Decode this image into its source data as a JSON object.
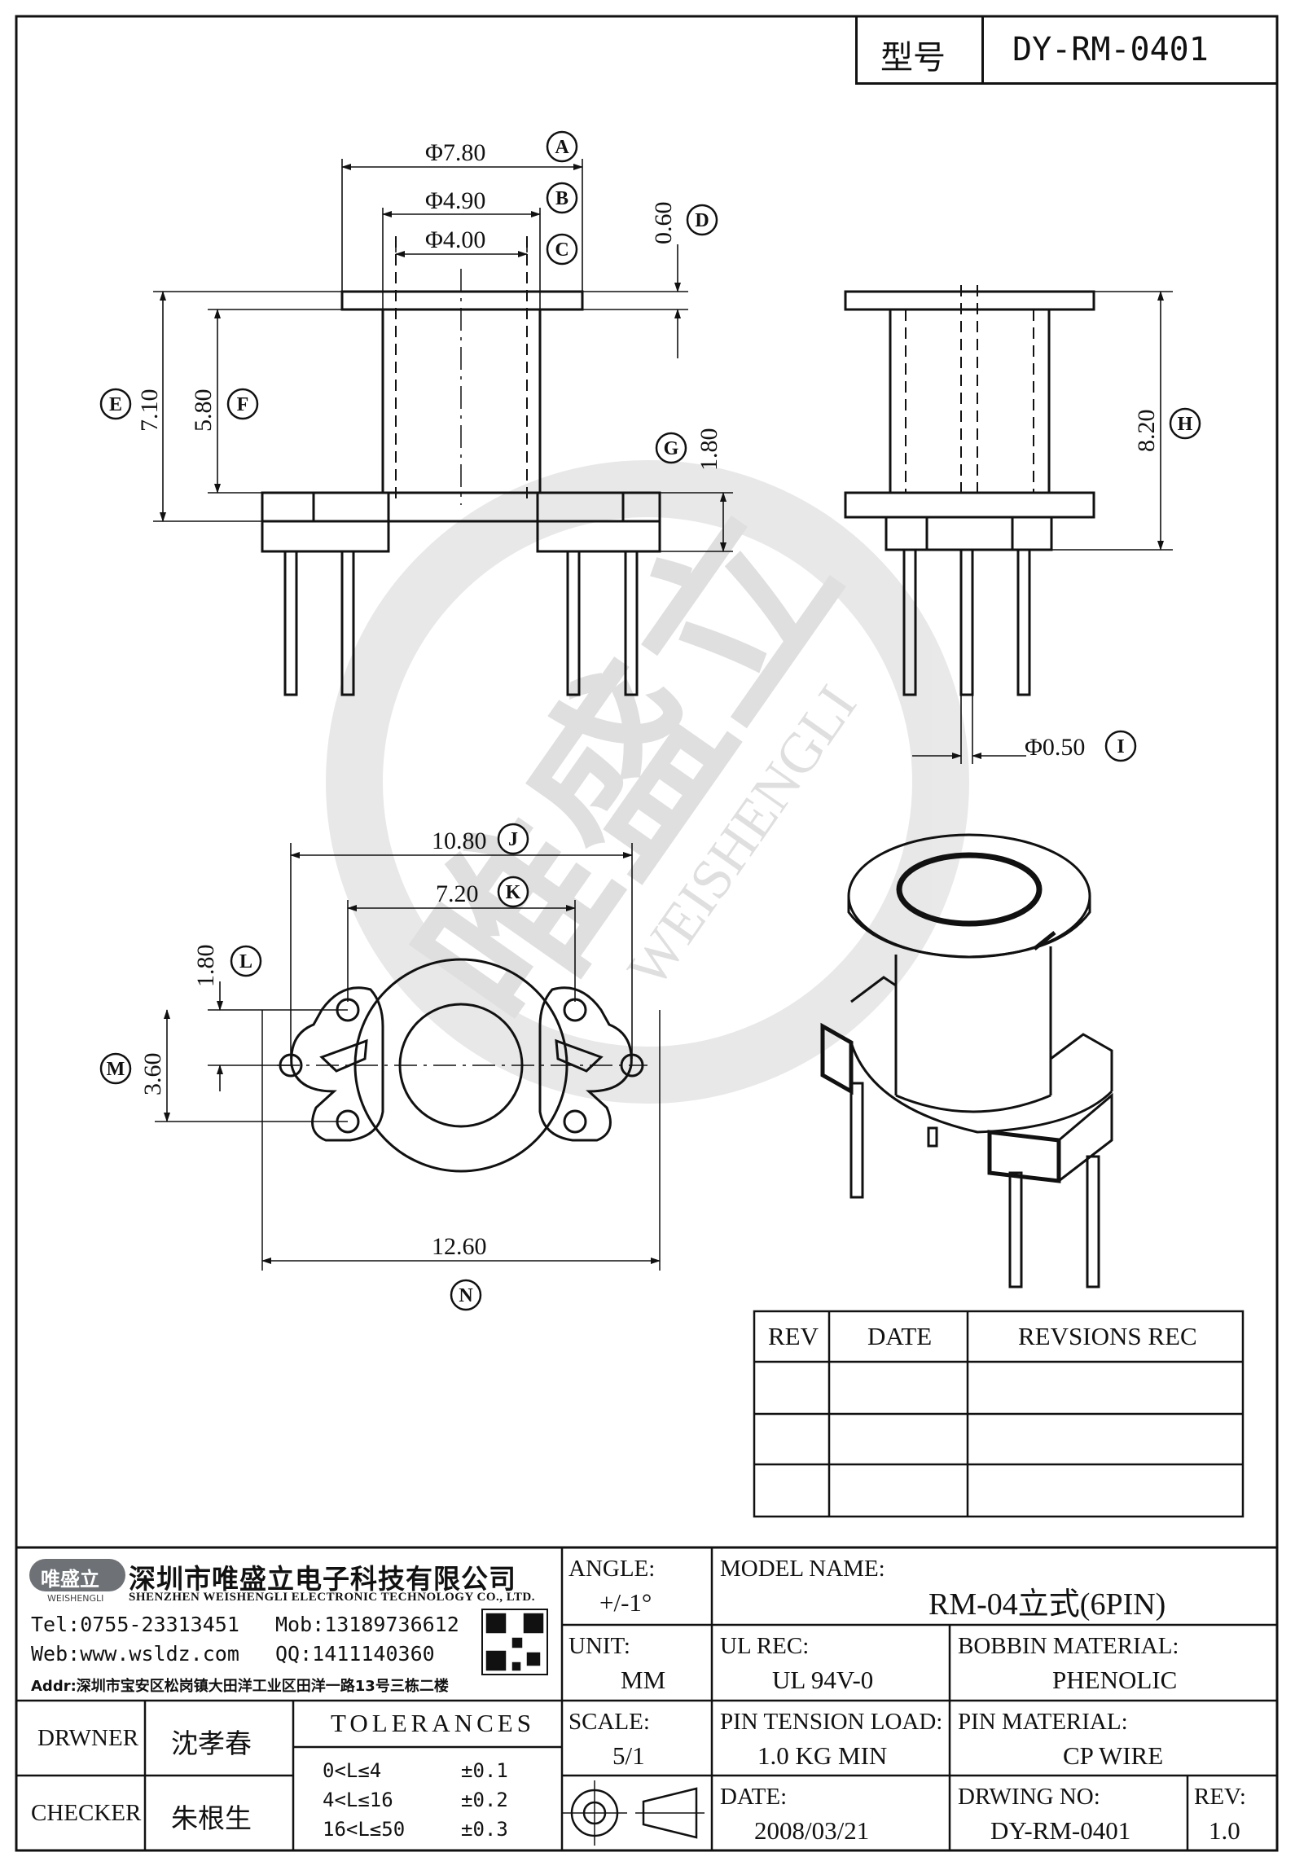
{
  "header": {
    "type_label": "型号",
    "model_code": "DY-RM-0401"
  },
  "dimensions": {
    "a": "Φ7.80",
    "b": "Φ4.90",
    "c": "Φ4.00",
    "d": "0.60",
    "e": "7.10",
    "f": "5.80",
    "g": "1.80",
    "h": "8.20",
    "i": "Φ0.50",
    "j": "10.80",
    "k": "7.20",
    "l": "1.80",
    "m": "3.60",
    "n": "12.60"
  },
  "markers": {
    "a": "A",
    "b": "B",
    "c": "C",
    "d": "D",
    "e": "E",
    "f": "F",
    "g": "G",
    "h": "H",
    "i": "I",
    "j": "J",
    "k": "K",
    "l": "L",
    "m": "M",
    "n": "N"
  },
  "watermark": {
    "cn": "唯盛立",
    "en": "WEISHENGLI"
  },
  "revision_table": {
    "headers": [
      "REV",
      "DATE",
      "REVSIONS REC"
    ],
    "rows": [
      [
        "",
        "",
        ""
      ],
      [
        "",
        "",
        ""
      ],
      [
        "",
        "",
        ""
      ]
    ]
  },
  "company": {
    "logo_cn": "唯盛立",
    "logo_en": "WEISHENGLI",
    "name_cn": "深圳市唯盛立电子科技有限公司",
    "name_en": "SHENZHEN WEISHENGLI ELECTRONIC TECHNOLOGY CO., LTD.",
    "tel": "Tel:0755-23313451",
    "mob": "Mob:13189736612",
    "web": "Web:www.wsldz.com",
    "qq": "QQ:1411140360",
    "addr": "Addr:深圳市宝安区松岗镇大田洋工业区田洋一路13号三栋二楼"
  },
  "title_block": {
    "angle_label": "ANGLE:",
    "angle_value": "+/-1°",
    "model_label": "MODEL NAME:",
    "model_value": "RM-04立式(6PIN)",
    "unit_label": "UNIT:",
    "unit_value": "MM",
    "ul_label": "UL REC:",
    "ul_value": "UL 94V-0",
    "bobbin_label": "BOBBIN MATERIAL:",
    "bobbin_value": "PHENOLIC",
    "scale_label": "SCALE:",
    "scale_value": "5/1",
    "pin_tension_label": "PIN TENSION LOAD:",
    "pin_tension_value": "1.0 KG MIN",
    "pin_material_label": "PIN MATERIAL:",
    "pin_material_value": "CP WIRE",
    "date_label": "DATE:",
    "date_value": "2008/03/21",
    "drawing_no_label": "DRWING NO:",
    "drawing_no_value": "DY-RM-0401",
    "rev_label": "REV:",
    "rev_value": "1.0",
    "drawer_label": "DRWNER",
    "drawer_value": "沈孝春",
    "checker_label": "CHECKER",
    "checker_value": "朱根生",
    "tolerances_label": "TOLERANCES",
    "tolerances": [
      {
        "range": "0<L≤4",
        "value": "±0.1"
      },
      {
        "range": "4<L≤16",
        "value": "±0.2"
      },
      {
        "range": "16<L≤50",
        "value": "±0.3"
      }
    ]
  }
}
